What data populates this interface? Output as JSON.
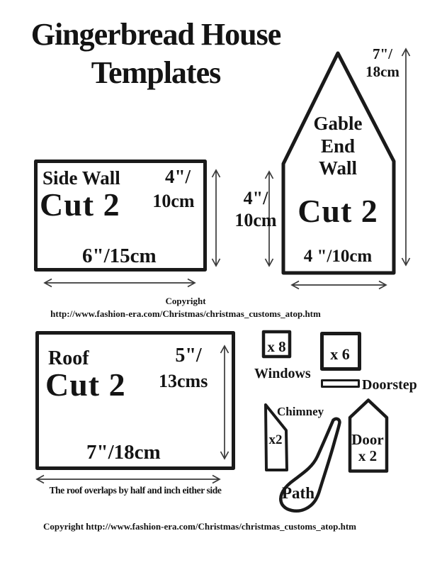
{
  "colors": {
    "bg": "#ffffff",
    "outline": "#1a1a1a",
    "arrow": "#3a3a3a",
    "ink": "#141414"
  },
  "title": {
    "line1": "Gingerbread House",
    "line2": "Templates"
  },
  "side_wall": {
    "label": "Side Wall",
    "cut": "Cut 2",
    "height_in": "4\"/",
    "height_cm": "10cm",
    "width_label": "6\"/15cm"
  },
  "gable": {
    "name_line1": "Gable",
    "name_line2": "End",
    "name_line3": "Wall",
    "cut": "Cut 2",
    "width_label": "4 \"/10cm",
    "height_in": "7\"/",
    "height_cm": "18cm",
    "side_height_in": "4\"/",
    "side_height_cm": "10cm"
  },
  "roof": {
    "label": "Roof",
    "cut": "Cut 2",
    "height_in": "5\"/",
    "height_cm": "13cms",
    "width_label": "7\"/18cm",
    "note": "The roof overlaps by half and inch either side"
  },
  "pieces": {
    "window_small_count": "x 8",
    "windows_label": "Windows",
    "window_large_count": "x 6",
    "doorstep_label": "Doorstep",
    "chimney_label": "Chimney",
    "chimney_count": "x2",
    "door_line1": "Door",
    "door_line2": "x 2",
    "path_label": "Path"
  },
  "copyright_middle": {
    "line1": "Copyright",
    "line2": "http://www.fashion-era.com/Christmas/christmas_customs_atop.htm"
  },
  "copyright_bottom": {
    "text": "Copyright http://www.fashion-era.com/Christmas/christmas_customs_atop.htm"
  }
}
